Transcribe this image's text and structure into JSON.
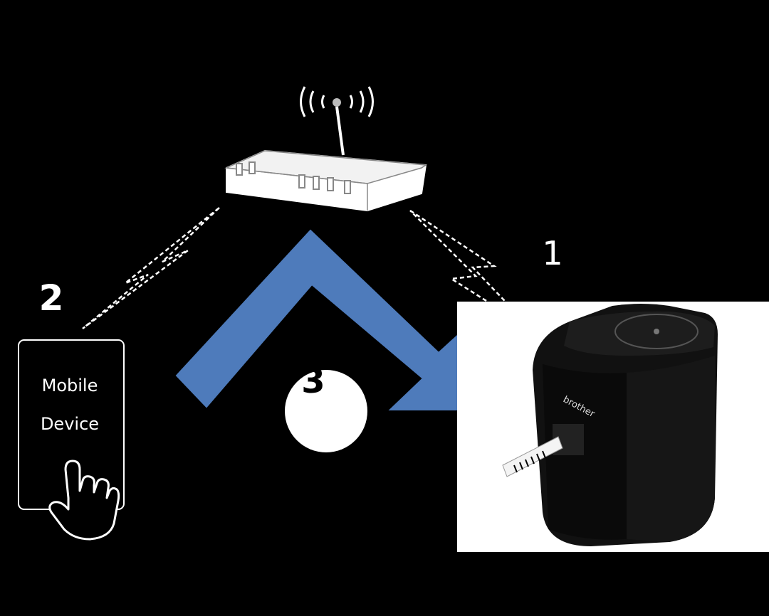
{
  "labels": {
    "step_1": "1",
    "step_2": "2",
    "step_3": "3",
    "mobile_line_1": "Mobile",
    "mobile_line_2": "Device",
    "printer_brand": "brother"
  },
  "colors": {
    "background": "#000000",
    "arrow": "#4e7bbb",
    "line_art": "#ffffff",
    "printer_body": "#111111"
  },
  "icons": [
    "wifi-router-icon",
    "mobile-device-icon",
    "hand-pointer-icon",
    "label-printer-icon",
    "lightning-bolt-icon"
  ]
}
